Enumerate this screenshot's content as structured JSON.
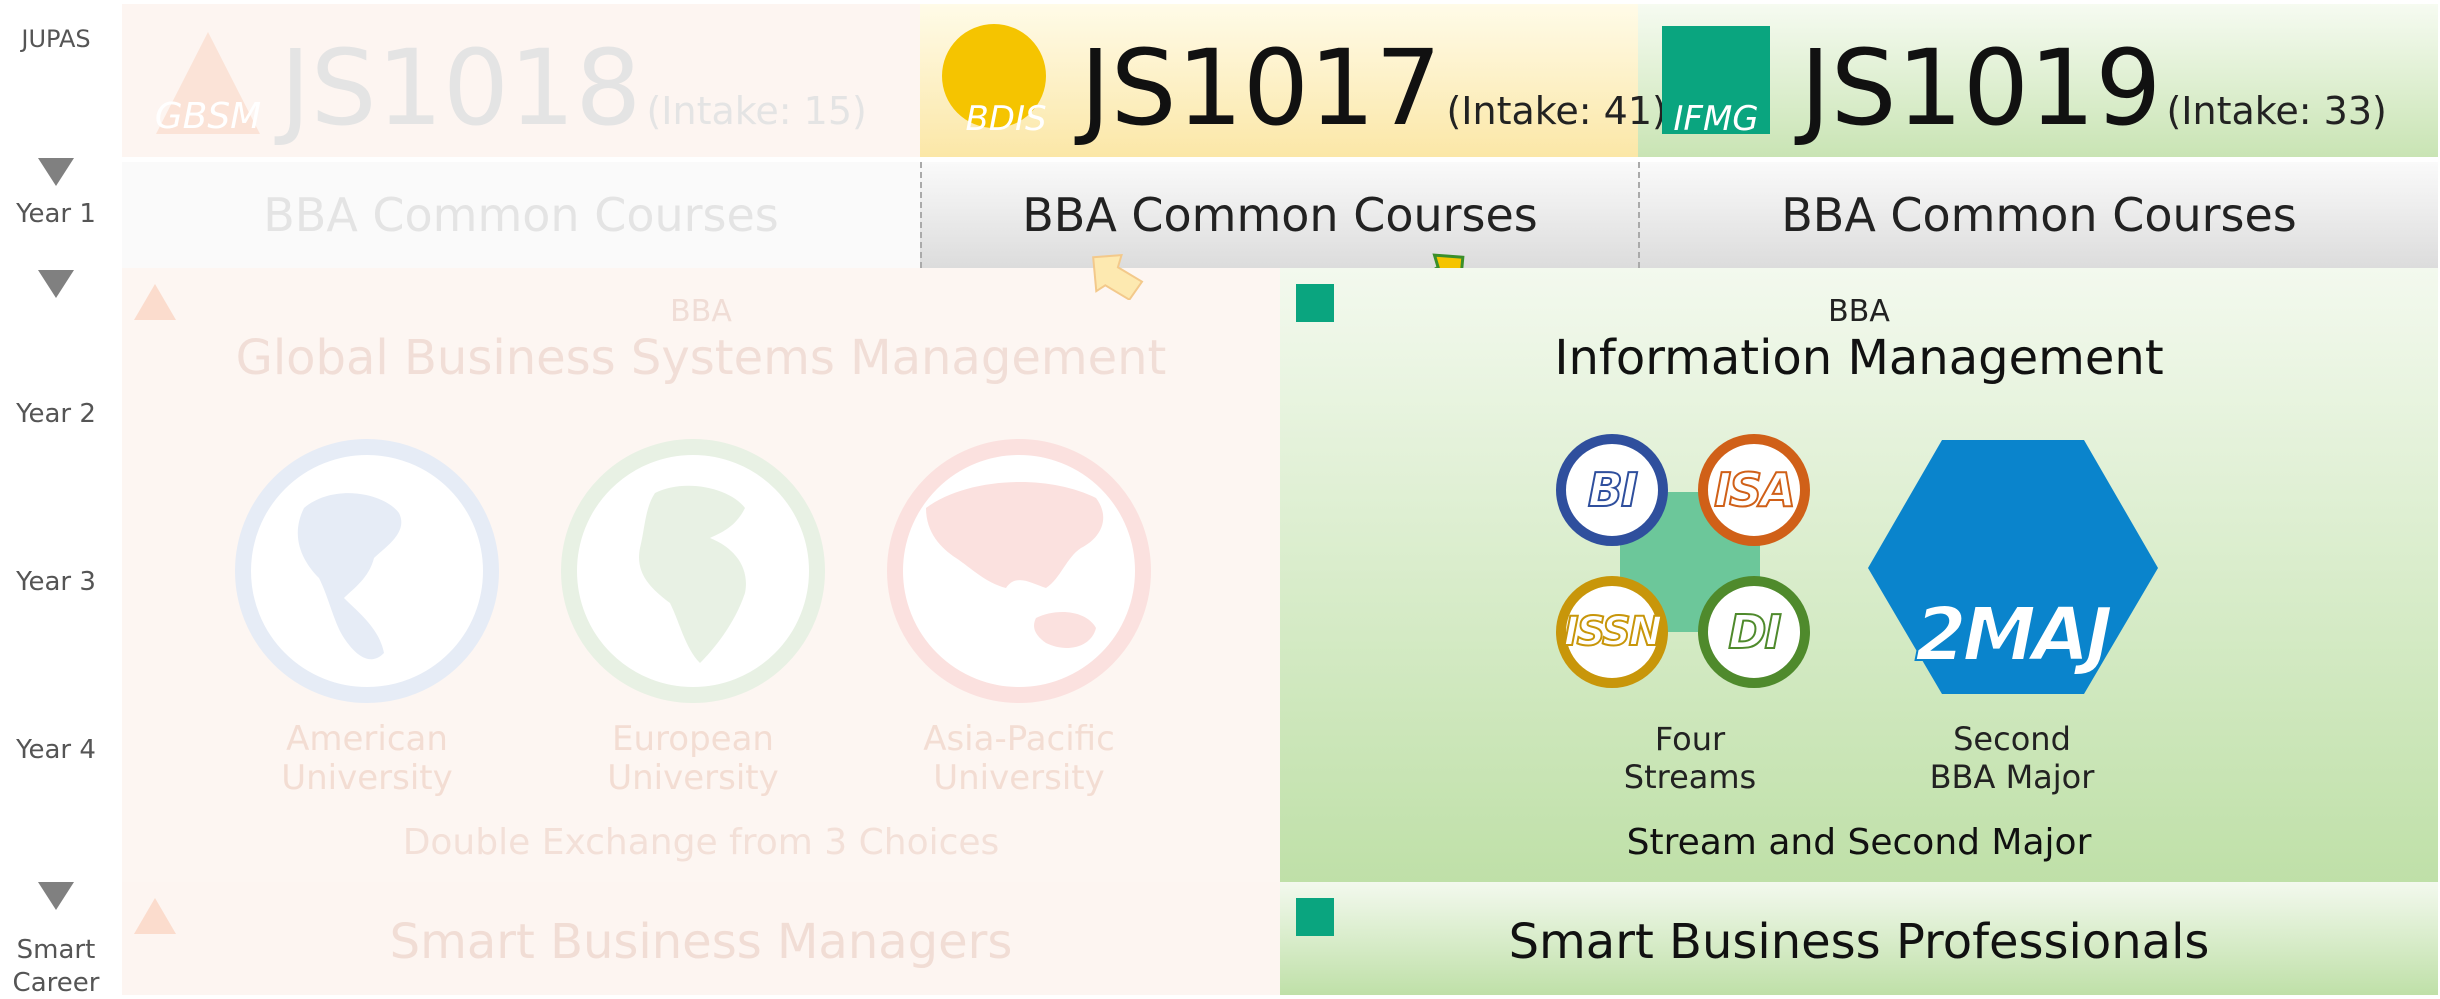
{
  "left_labels": {
    "jupas": "JUPAS",
    "year1": "Year 1",
    "year2": "Year 2",
    "year3": "Year 3",
    "year4": "Year 4",
    "smart_career_line1": "Smart",
    "smart_career_line2": "Career"
  },
  "programmes": [
    {
      "logo": "GBSM",
      "code": "JS1018",
      "intake": "(Intake: 15)",
      "course": "BBA Common Courses"
    },
    {
      "logo": "BDIS",
      "code": "JS1017",
      "intake": "(Intake: 41)",
      "course": "BBA Common Courses"
    },
    {
      "logo": "IFMG",
      "code": "JS1019",
      "intake": "(Intake: 33)",
      "course": "BBA Common Courses"
    }
  ],
  "gbsm": {
    "bba": "BBA",
    "title": "Global Business Systems Management",
    "globes": [
      {
        "line1": "American",
        "line2": "University"
      },
      {
        "line1": "European",
        "line2": "University"
      },
      {
        "line1": "Asia-Pacific",
        "line2": "University"
      }
    ],
    "summary": "Double Exchange from 3 Choices",
    "career": "Smart Business Managers"
  },
  "im": {
    "bba": "BBA",
    "title": "Information Management",
    "streams": [
      "BI",
      "ISA",
      "ISSN",
      "DI"
    ],
    "major_badge": "2MAJ",
    "streams_caption_line1": "Four",
    "streams_caption_line2": "Streams",
    "major_caption_line1": "Second",
    "major_caption_line2": "BBA Major",
    "summary": "Stream and Second Major",
    "career": "Smart Business Professionals"
  },
  "colors": {
    "bdis_gold": "#f5c400",
    "ifmg_teal": "#0aa57f",
    "hexagon_blue": "#0a84cc",
    "bi_blue": "#2f4f9d",
    "isa_orange": "#d06018",
    "issn_gold": "#c8960a",
    "di_green": "#4f8a2c"
  }
}
